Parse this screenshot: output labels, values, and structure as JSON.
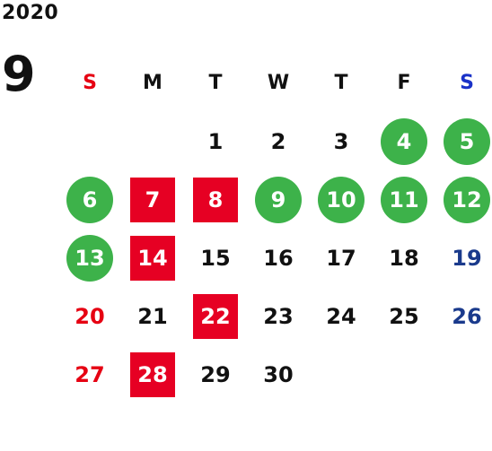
{
  "calendar": {
    "year": "2020",
    "month": "9",
    "weekdays": [
      {
        "label": "S",
        "kind": "sun"
      },
      {
        "label": "M",
        "kind": "weekday"
      },
      {
        "label": "T",
        "kind": "weekday"
      },
      {
        "label": "W",
        "kind": "weekday"
      },
      {
        "label": "T",
        "kind": "weekday"
      },
      {
        "label": "F",
        "kind": "weekday"
      },
      {
        "label": "S",
        "kind": "sat"
      }
    ],
    "weeks": [
      [
        "",
        "",
        "1",
        "2",
        "3",
        "4",
        "5"
      ],
      [
        "6",
        "7",
        "8",
        "9",
        "10",
        "11",
        "12"
      ],
      [
        "13",
        "14",
        "15",
        "16",
        "17",
        "18",
        "19"
      ],
      [
        "20",
        "21",
        "22",
        "23",
        "24",
        "25",
        "26"
      ],
      [
        "27",
        "28",
        "29",
        "30",
        "",
        "",
        ""
      ]
    ],
    "marks": {
      "4": "circle",
      "5": "circle",
      "6": "circle",
      "7": "square",
      "8": "square",
      "9": "circle",
      "10": "circle",
      "11": "circle",
      "12": "circle",
      "13": "circle",
      "14": "square",
      "22": "square",
      "28": "square"
    },
    "colors": {
      "circle": "#3db24a",
      "square": "#e60023",
      "sunday": "#e60012",
      "saturday": "#1a3a8c",
      "saturday_header": "#1a32c8",
      "text": "#111111"
    }
  }
}
